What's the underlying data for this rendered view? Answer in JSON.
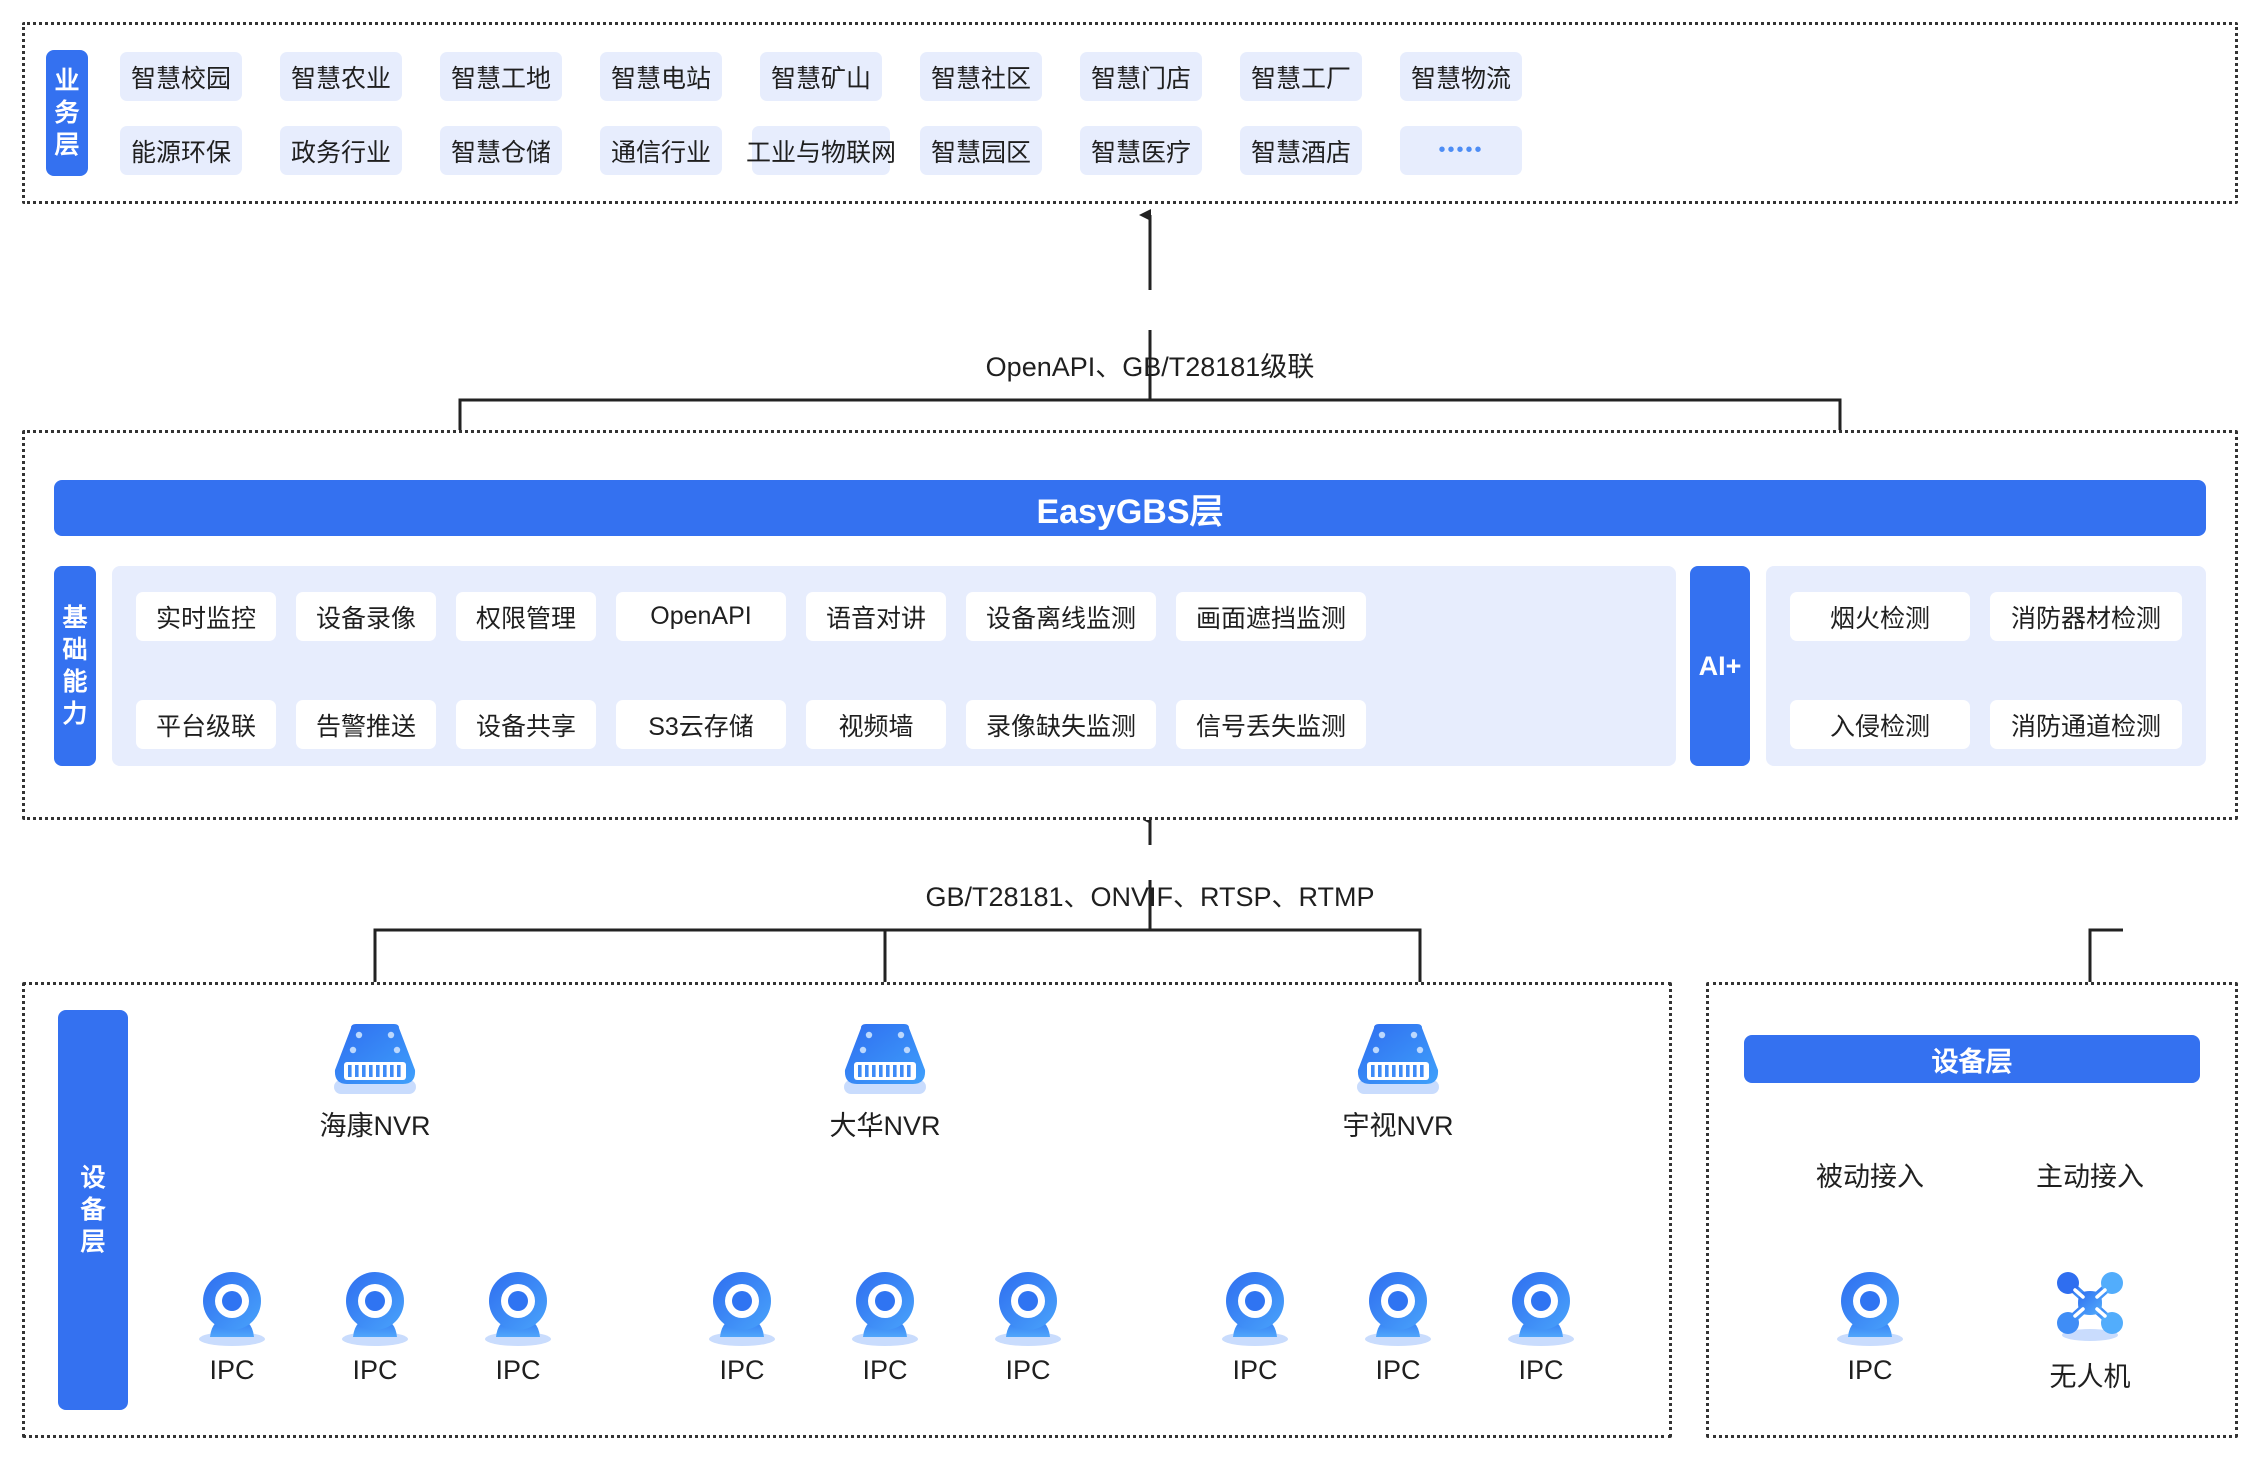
{
  "accent": {
    "blue": "#3471f0",
    "chip_bg": "#e7edfd",
    "white": "#ffffff",
    "text": "#1f1f1f",
    "dashed_border": "#333333"
  },
  "business_layer": {
    "side_label": "业务层",
    "row1": [
      "智慧校园",
      "智慧农业",
      "智慧工地",
      "智慧电站",
      "智慧矿山",
      "智慧社区",
      "智慧门店",
      "智慧工厂",
      "智慧物流"
    ],
    "row2": [
      "能源环保",
      "政务行业",
      "智慧仓储",
      "通信行业",
      "工业与物联网",
      "智慧园区",
      "智慧医疗",
      "智慧酒店",
      "•••••"
    ]
  },
  "connector_top": {
    "label": "OpenAPI、GB/T28181级联"
  },
  "platform_layer": {
    "side_label": "基础能力",
    "gbs_bar": "EasyGBS层",
    "capabilities_row1": [
      "实时监控",
      "设备录像",
      "权限管理",
      "OpenAPI",
      "语音对讲",
      "设备离线监测",
      "画面遮挡监测"
    ],
    "capabilities_row2": [
      "平台级联",
      "告警推送",
      "设备共享",
      "S3云存储",
      "视频墙",
      "录像缺失监测",
      "信号丢失监测"
    ],
    "ai": {
      "label": "AI+",
      "row1": [
        "烟火检测",
        "消防器材检测"
      ],
      "row2": [
        "入侵检测",
        "消防通道检测"
      ]
    }
  },
  "connector_bottom": {
    "label": "GB/T28181、ONVIF、RTSP、RTMP"
  },
  "device_layer_left": {
    "side_label": "设备层",
    "nvr_groups": [
      {
        "nvr_label": "海康NVR",
        "nvr_icon": "nvr-icon",
        "cameras": [
          {
            "label": "IPC",
            "icon": "ipc-camera-icon"
          },
          {
            "label": "IPC",
            "icon": "ipc-camera-icon"
          },
          {
            "label": "IPC",
            "icon": "ipc-camera-icon"
          }
        ]
      },
      {
        "nvr_label": "大华NVR",
        "nvr_icon": "nvr-icon",
        "cameras": [
          {
            "label": "IPC",
            "icon": "ipc-camera-icon"
          },
          {
            "label": "IPC",
            "icon": "ipc-camera-icon"
          },
          {
            "label": "IPC",
            "icon": "ipc-camera-icon"
          }
        ]
      },
      {
        "nvr_label": "宇视NVR",
        "nvr_icon": "nvr-icon",
        "cameras": [
          {
            "label": "IPC",
            "icon": "ipc-camera-icon"
          },
          {
            "label": "IPC",
            "icon": "ipc-camera-icon"
          },
          {
            "label": "IPC",
            "icon": "ipc-camera-icon"
          }
        ]
      }
    ]
  },
  "device_layer_right": {
    "header": "设备层",
    "branches": [
      {
        "mode": "被动接入",
        "device_label": "IPC",
        "icon": "ipc-camera-icon"
      },
      {
        "mode": "主动接入",
        "device_label": "无人机",
        "icon": "drone-icon"
      }
    ]
  }
}
